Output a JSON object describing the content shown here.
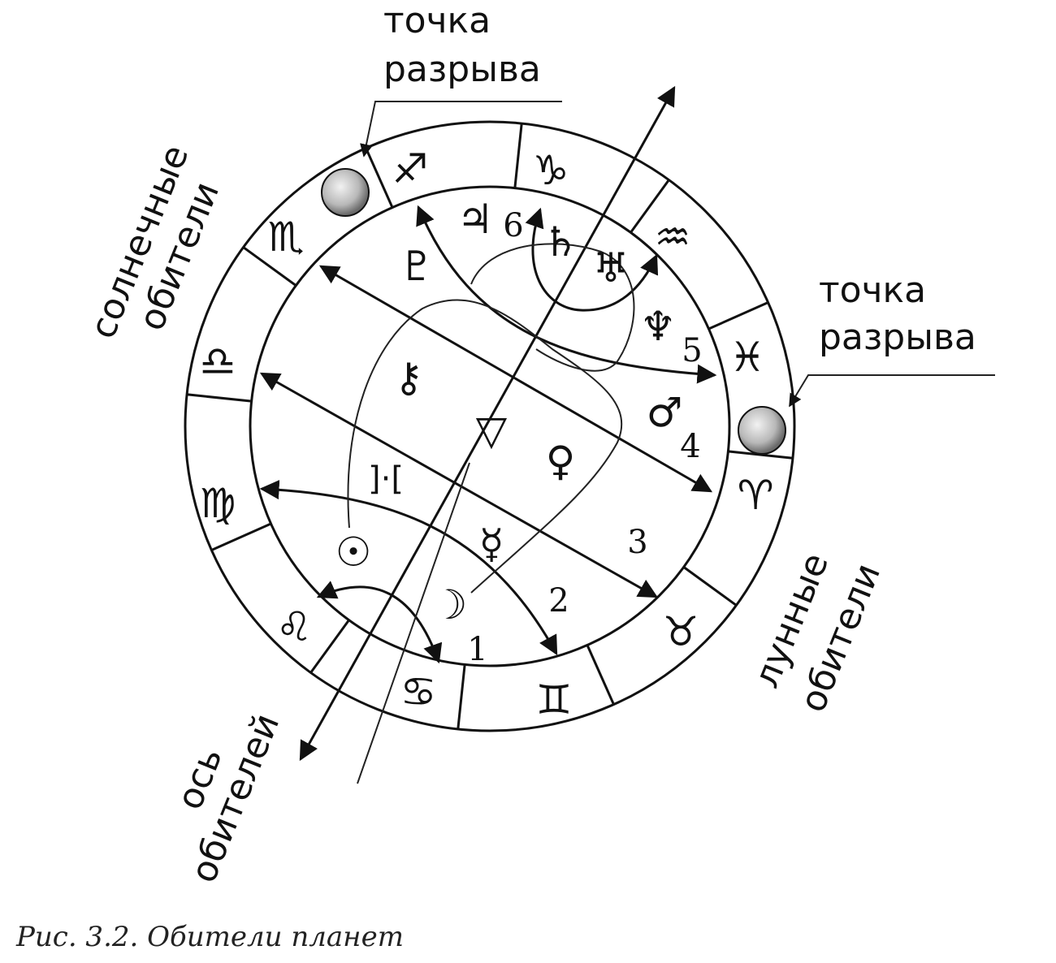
{
  "labels": {
    "break_point_top_1": "точка",
    "break_point_top_2": "разрыва",
    "break_point_right_1": "точка",
    "break_point_right_2": "разрыва",
    "solar_1": "солнечные",
    "solar_2": "обители",
    "lunar_1": "лунные",
    "lunar_2": "обители",
    "axis_1": "ось",
    "axis_2": "обителей",
    "caption": "Рис. 3.2. Обители планет"
  },
  "zodiac": [
    {
      "name": "capricorn",
      "symbol": "♑"
    },
    {
      "name": "aquarius",
      "symbol": "♒"
    },
    {
      "name": "pisces",
      "symbol": "♓"
    },
    {
      "name": "aries",
      "symbol": "♈"
    },
    {
      "name": "taurus",
      "symbol": "♉"
    },
    {
      "name": "gemini",
      "symbol": "♊"
    },
    {
      "name": "cancer",
      "symbol": "♋"
    },
    {
      "name": "leo",
      "symbol": "♌"
    },
    {
      "name": "virgo",
      "symbol": "♍"
    },
    {
      "name": "libra",
      "symbol": "♎"
    },
    {
      "name": "scorpio",
      "symbol": "♏"
    },
    {
      "name": "sagittarius",
      "symbol": "♐"
    }
  ],
  "planets": [
    {
      "name": "jupiter",
      "symbol": "♃"
    },
    {
      "name": "saturn",
      "symbol": "♄"
    },
    {
      "name": "uranus",
      "symbol": "♅"
    },
    {
      "name": "pluto",
      "symbol": "♇"
    },
    {
      "name": "neptune",
      "symbol": "♆"
    },
    {
      "name": "chiron",
      "symbol": "⚷"
    },
    {
      "name": "triangle",
      "symbol": "▽"
    },
    {
      "name": "venus",
      "symbol": "♀"
    },
    {
      "name": "mars",
      "symbol": "♂"
    },
    {
      "name": "proserpina",
      "symbol": "]·["
    },
    {
      "name": "sun",
      "symbol": "☉"
    },
    {
      "name": "mercury",
      "symbol": "☿"
    },
    {
      "name": "moon",
      "symbol": "☽"
    }
  ],
  "numbers": [
    "1",
    "2",
    "3",
    "4",
    "5",
    "6"
  ]
}
